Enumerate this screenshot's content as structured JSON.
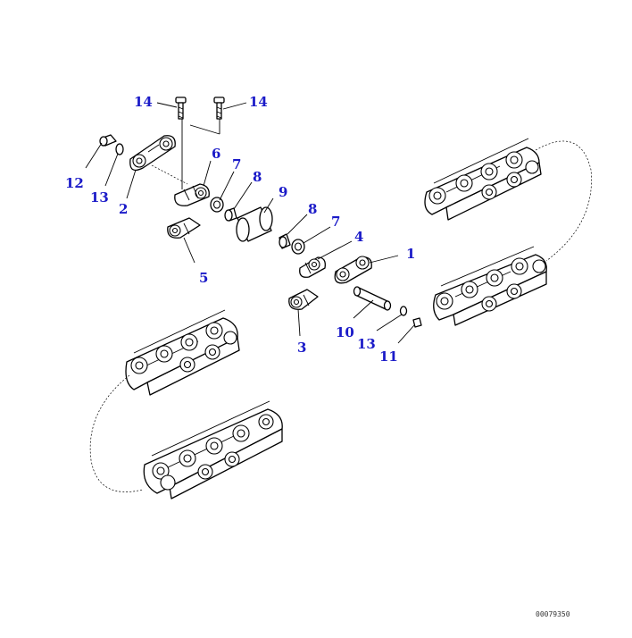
{
  "callouts": [
    {
      "id": "c14a",
      "label": "14"
    },
    {
      "id": "c14b",
      "label": "14"
    },
    {
      "id": "c6",
      "label": "6"
    },
    {
      "id": "c7a",
      "label": "7"
    },
    {
      "id": "c8a",
      "label": "8"
    },
    {
      "id": "c9",
      "label": "9"
    },
    {
      "id": "c8b",
      "label": "8"
    },
    {
      "id": "c7b",
      "label": "7"
    },
    {
      "id": "c4",
      "label": "4"
    },
    {
      "id": "c1",
      "label": "1"
    },
    {
      "id": "c12",
      "label": "12"
    },
    {
      "id": "c13a",
      "label": "13"
    },
    {
      "id": "c2",
      "label": "2"
    },
    {
      "id": "c5",
      "label": "5"
    },
    {
      "id": "c10",
      "label": "10"
    },
    {
      "id": "c13b",
      "label": "13"
    },
    {
      "id": "c11",
      "label": "11"
    },
    {
      "id": "c3",
      "label": "3"
    }
  ],
  "drawing_code": "00079350",
  "colors": {
    "callout": "#1a1ac8",
    "line": "#000000"
  }
}
